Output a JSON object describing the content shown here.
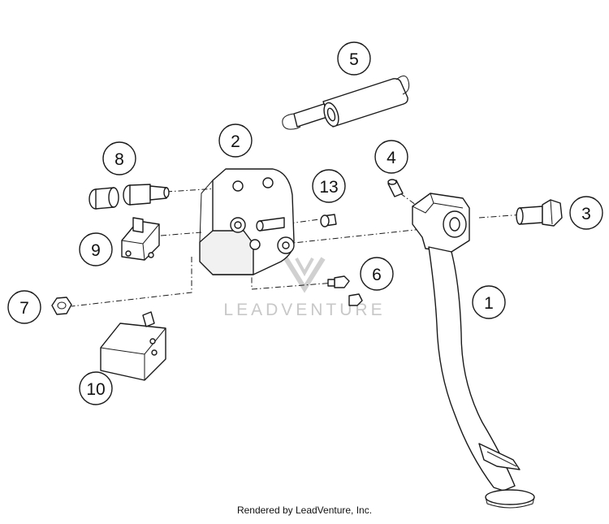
{
  "diagram": {
    "callouts": [
      {
        "label": "1"
      },
      {
        "label": "2"
      },
      {
        "label": "3"
      },
      {
        "label": "4"
      },
      {
        "label": "5"
      },
      {
        "label": "6"
      },
      {
        "label": "7"
      },
      {
        "label": "8"
      },
      {
        "label": "9"
      },
      {
        "label": "10"
      },
      {
        "label": "13"
      }
    ],
    "watermark": "LEADVENTURE",
    "credit": "Rendered by LeadVenture, Inc."
  }
}
